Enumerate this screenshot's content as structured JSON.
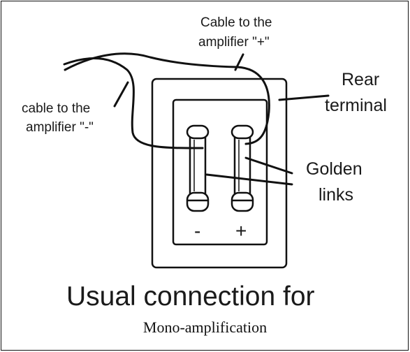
{
  "diagram": {
    "labels": {
      "cable_plus_line1": "Cable to the",
      "cable_plus_line2": "amplifier \"+\"",
      "cable_minus_line1": "cable to the",
      "cable_minus_line2": "amplifier \"-\"",
      "rear_line1": "Rear",
      "rear_line2": "terminal",
      "golden_line1": "Golden",
      "golden_line2": "links",
      "minus_sign": "-",
      "plus_sign": "+",
      "title": "Usual connection for"
    },
    "caption": "Mono-amplification"
  }
}
